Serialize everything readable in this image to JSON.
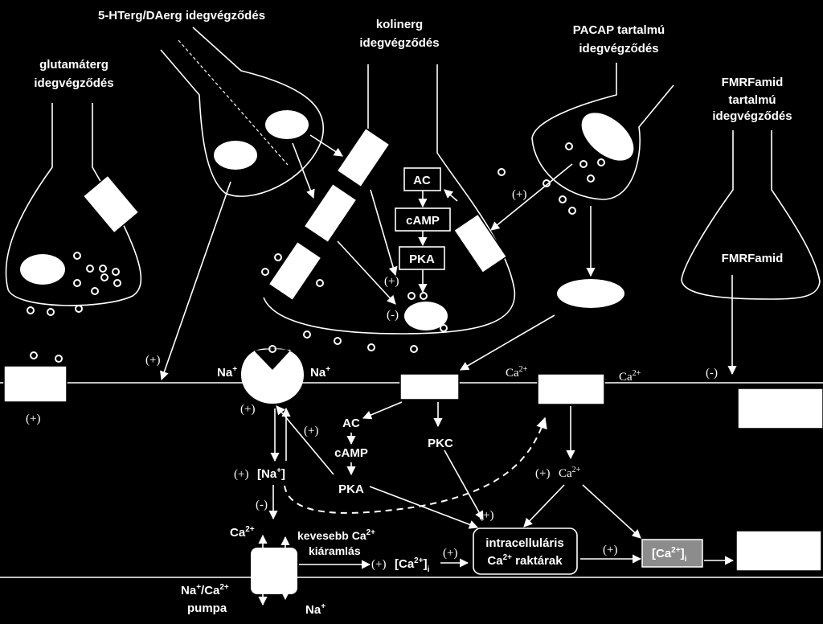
{
  "title_labels": {
    "glutamaterg": [
      "glutamáterg",
      "idegvégződés"
    ],
    "serotonerg": "5-HTerg/DAerg idegvégződés",
    "kolinerg": [
      "kolinerg",
      "idegvégződés"
    ],
    "pacap": [
      "PACAP tartalmú",
      "idegvégződés"
    ],
    "fmrfamid": [
      "FMRFamid",
      "tartalmú",
      "idegvégződés"
    ]
  },
  "presynaptic": {
    "ac": "AC",
    "camp": "cAMP",
    "pka": "PKA",
    "fmrfamid": "FMRFamid"
  },
  "membrane": {
    "na_left": "Na",
    "na_right": "Na",
    "na_sup": "+",
    "ca_left": "Ca",
    "ca_right": "Ca",
    "ca_sup": "2+"
  },
  "signs": {
    "plus": "(+)",
    "minus": "(-)"
  },
  "cytoplasm": {
    "ac": "AC",
    "camp": "cAMP",
    "pka": "PKA",
    "pkc": "PKC",
    "na_conc": "[Na",
    "na_conc_sup": "+",
    "na_conc_close": "]",
    "ca_ion": "Ca",
    "ca_ion_sup": "2+",
    "ca_pump_top": "Ca",
    "ca_pump_top_sup": "2+",
    "less_ca_line1": "kevesebb Ca",
    "less_ca_sup": "2+",
    "less_ca_line2": "kiáramlás",
    "ca_i_mid": "[Ca",
    "ca_i_mid_sup": "2+",
    "ca_i_mid_close": "]",
    "ca_i_sub": "i",
    "stores_line1": "intracelluláris",
    "stores_line2_a": "Ca",
    "stores_line2_sup": "2+",
    "stores_line2_b": " raktárak",
    "ca_i_box": "[Ca",
    "ca_i_box_sup": "2+",
    "ca_i_box_close": "]",
    "ca_i_box_sub": "i",
    "pump_label_a": "Na",
    "pump_label_sup1": "+",
    "pump_label_b": "/Ca",
    "pump_label_sup2": "2+",
    "pump_label_line2": "pumpa",
    "na_out": "Na",
    "na_out_sup": "+"
  }
}
